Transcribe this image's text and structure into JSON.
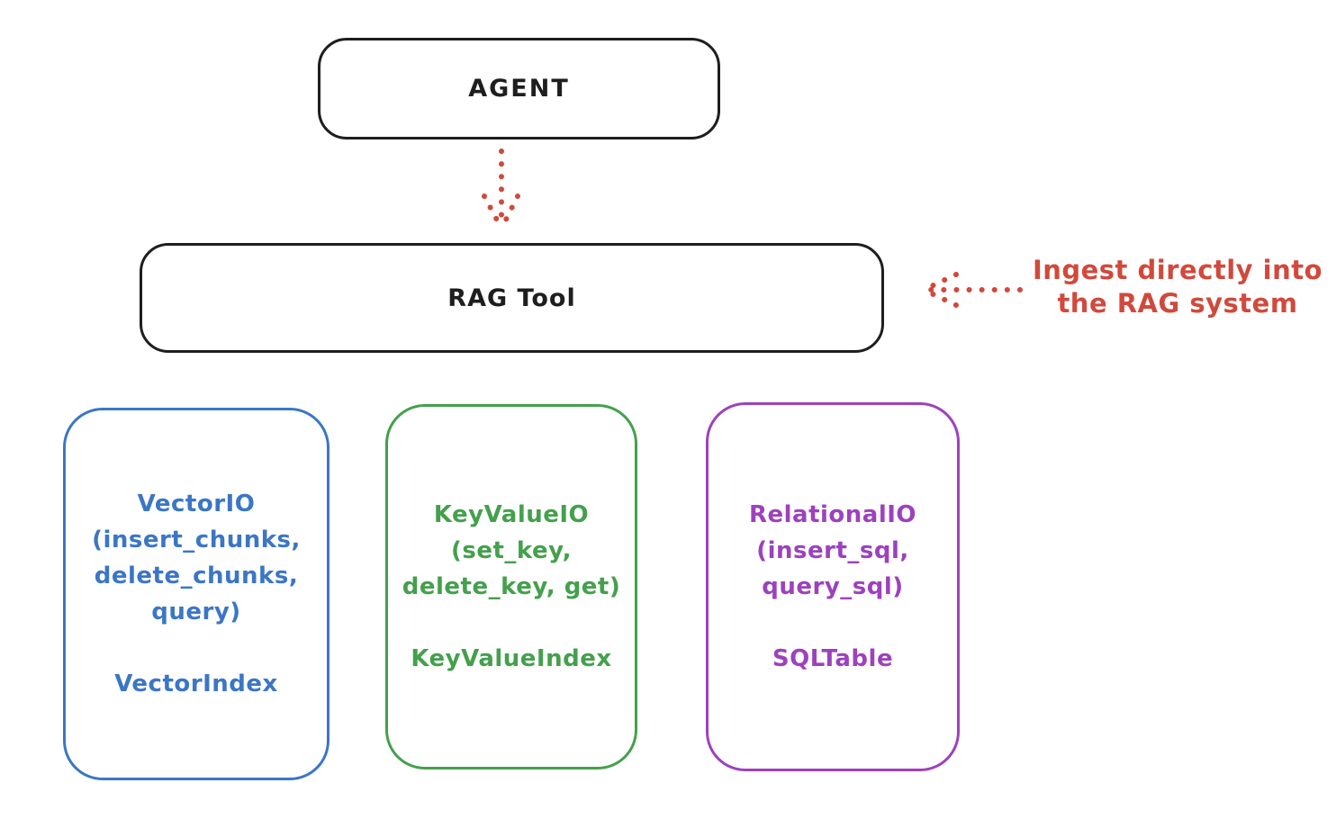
{
  "colors": {
    "black": "#1e1e1e",
    "red": "#d1493c",
    "blue": "#3b76c6",
    "green": "#44a04c",
    "purple": "#9d41bd"
  },
  "agent_box": {
    "label": "AGENT"
  },
  "rag_tool_box": {
    "label": "RAG Tool"
  },
  "annotation": {
    "line1": "Ingest directly into",
    "line2": "the RAG system"
  },
  "io_boxes": [
    {
      "name": "vector-io",
      "color": "#3b76c6",
      "lines": [
        "VectorIO",
        "(insert_chunks,",
        "delete_chunks,",
        "query)"
      ],
      "index_label": "VectorIndex"
    },
    {
      "name": "keyvalue-io",
      "color": "#44a04c",
      "lines": [
        "KeyValueIO",
        "(set_key,",
        "delete_key, get)"
      ],
      "index_label": "KeyValueIndex"
    },
    {
      "name": "relational-io",
      "color": "#9d41bd",
      "lines": [
        "RelationalIO",
        "(insert_sql,",
        "query_sql)"
      ],
      "index_label": "SQLTable"
    }
  ]
}
